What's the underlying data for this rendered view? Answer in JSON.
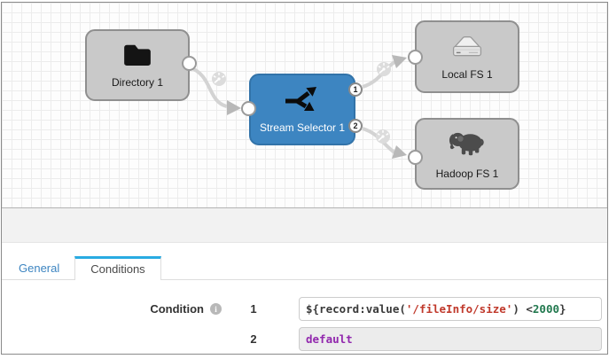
{
  "canvas": {
    "nodes": [
      {
        "label": "Directory 1",
        "type": "origin",
        "icon": "folder-icon"
      },
      {
        "label": "Stream Selector 1",
        "type": "processor",
        "icon": "branch-arrows-icon",
        "outputs": [
          "1",
          "2"
        ]
      },
      {
        "label": "Local FS 1",
        "type": "destination",
        "icon": "hard-drive-icon"
      },
      {
        "label": "Hadoop FS 1",
        "type": "destination",
        "icon": "hadoop-elephant-icon"
      }
    ],
    "edges": [
      {
        "from": "Directory 1",
        "to": "Stream Selector 1",
        "icon": "metrics-gauge-icon"
      },
      {
        "from": "Stream Selector 1",
        "output": "1",
        "to": "Local FS 1",
        "icon": "metrics-gauge-icon"
      },
      {
        "from": "Stream Selector 1",
        "output": "2",
        "to": "Hadoop FS 1",
        "icon": "metrics-gauge-icon"
      }
    ]
  },
  "panel": {
    "tabs": [
      {
        "label": "General",
        "active": false
      },
      {
        "label": "Conditions",
        "active": true
      }
    ],
    "form": {
      "label": "Condition",
      "info_icon_glyph": "i",
      "rows": [
        {
          "index": "1",
          "value": "${record:value('/fileInfo/size') < 2000}",
          "segments": {
            "pre": "${record:value(",
            "str": "'/fileInfo/size'",
            "mid": ") < ",
            "num": "2000",
            "post": "}"
          }
        },
        {
          "index": "2",
          "value": "default"
        }
      ]
    }
  },
  "colors": {
    "selector_blue": "#3d85c1",
    "link_blue": "#3d85c1",
    "tab_accent": "#29abe2",
    "node_gray": "#c9c9c9",
    "code_string": "#c0392b",
    "code_number": "#22794f",
    "code_default_purple": "#9127ad"
  }
}
